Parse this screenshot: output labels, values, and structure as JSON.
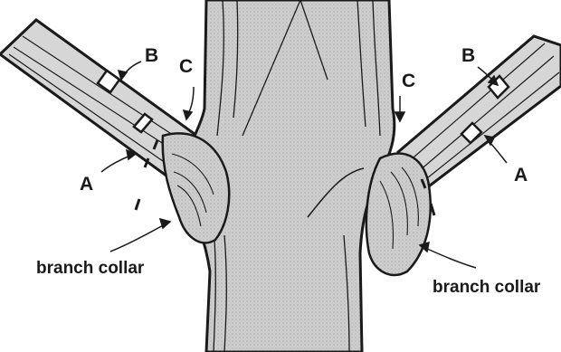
{
  "labels": {
    "a_left": "A",
    "b_left": "B",
    "c_left": "C",
    "a_right": "A",
    "b_right": "B",
    "c_right": "C",
    "collar_left": "branch collar",
    "collar_right": "branch collar"
  },
  "colors": {
    "ink": "#1a1a1a",
    "trunk_fill": "#c9c9c9",
    "branch_fill": "#d6d6d6",
    "background": "#ffffff"
  }
}
